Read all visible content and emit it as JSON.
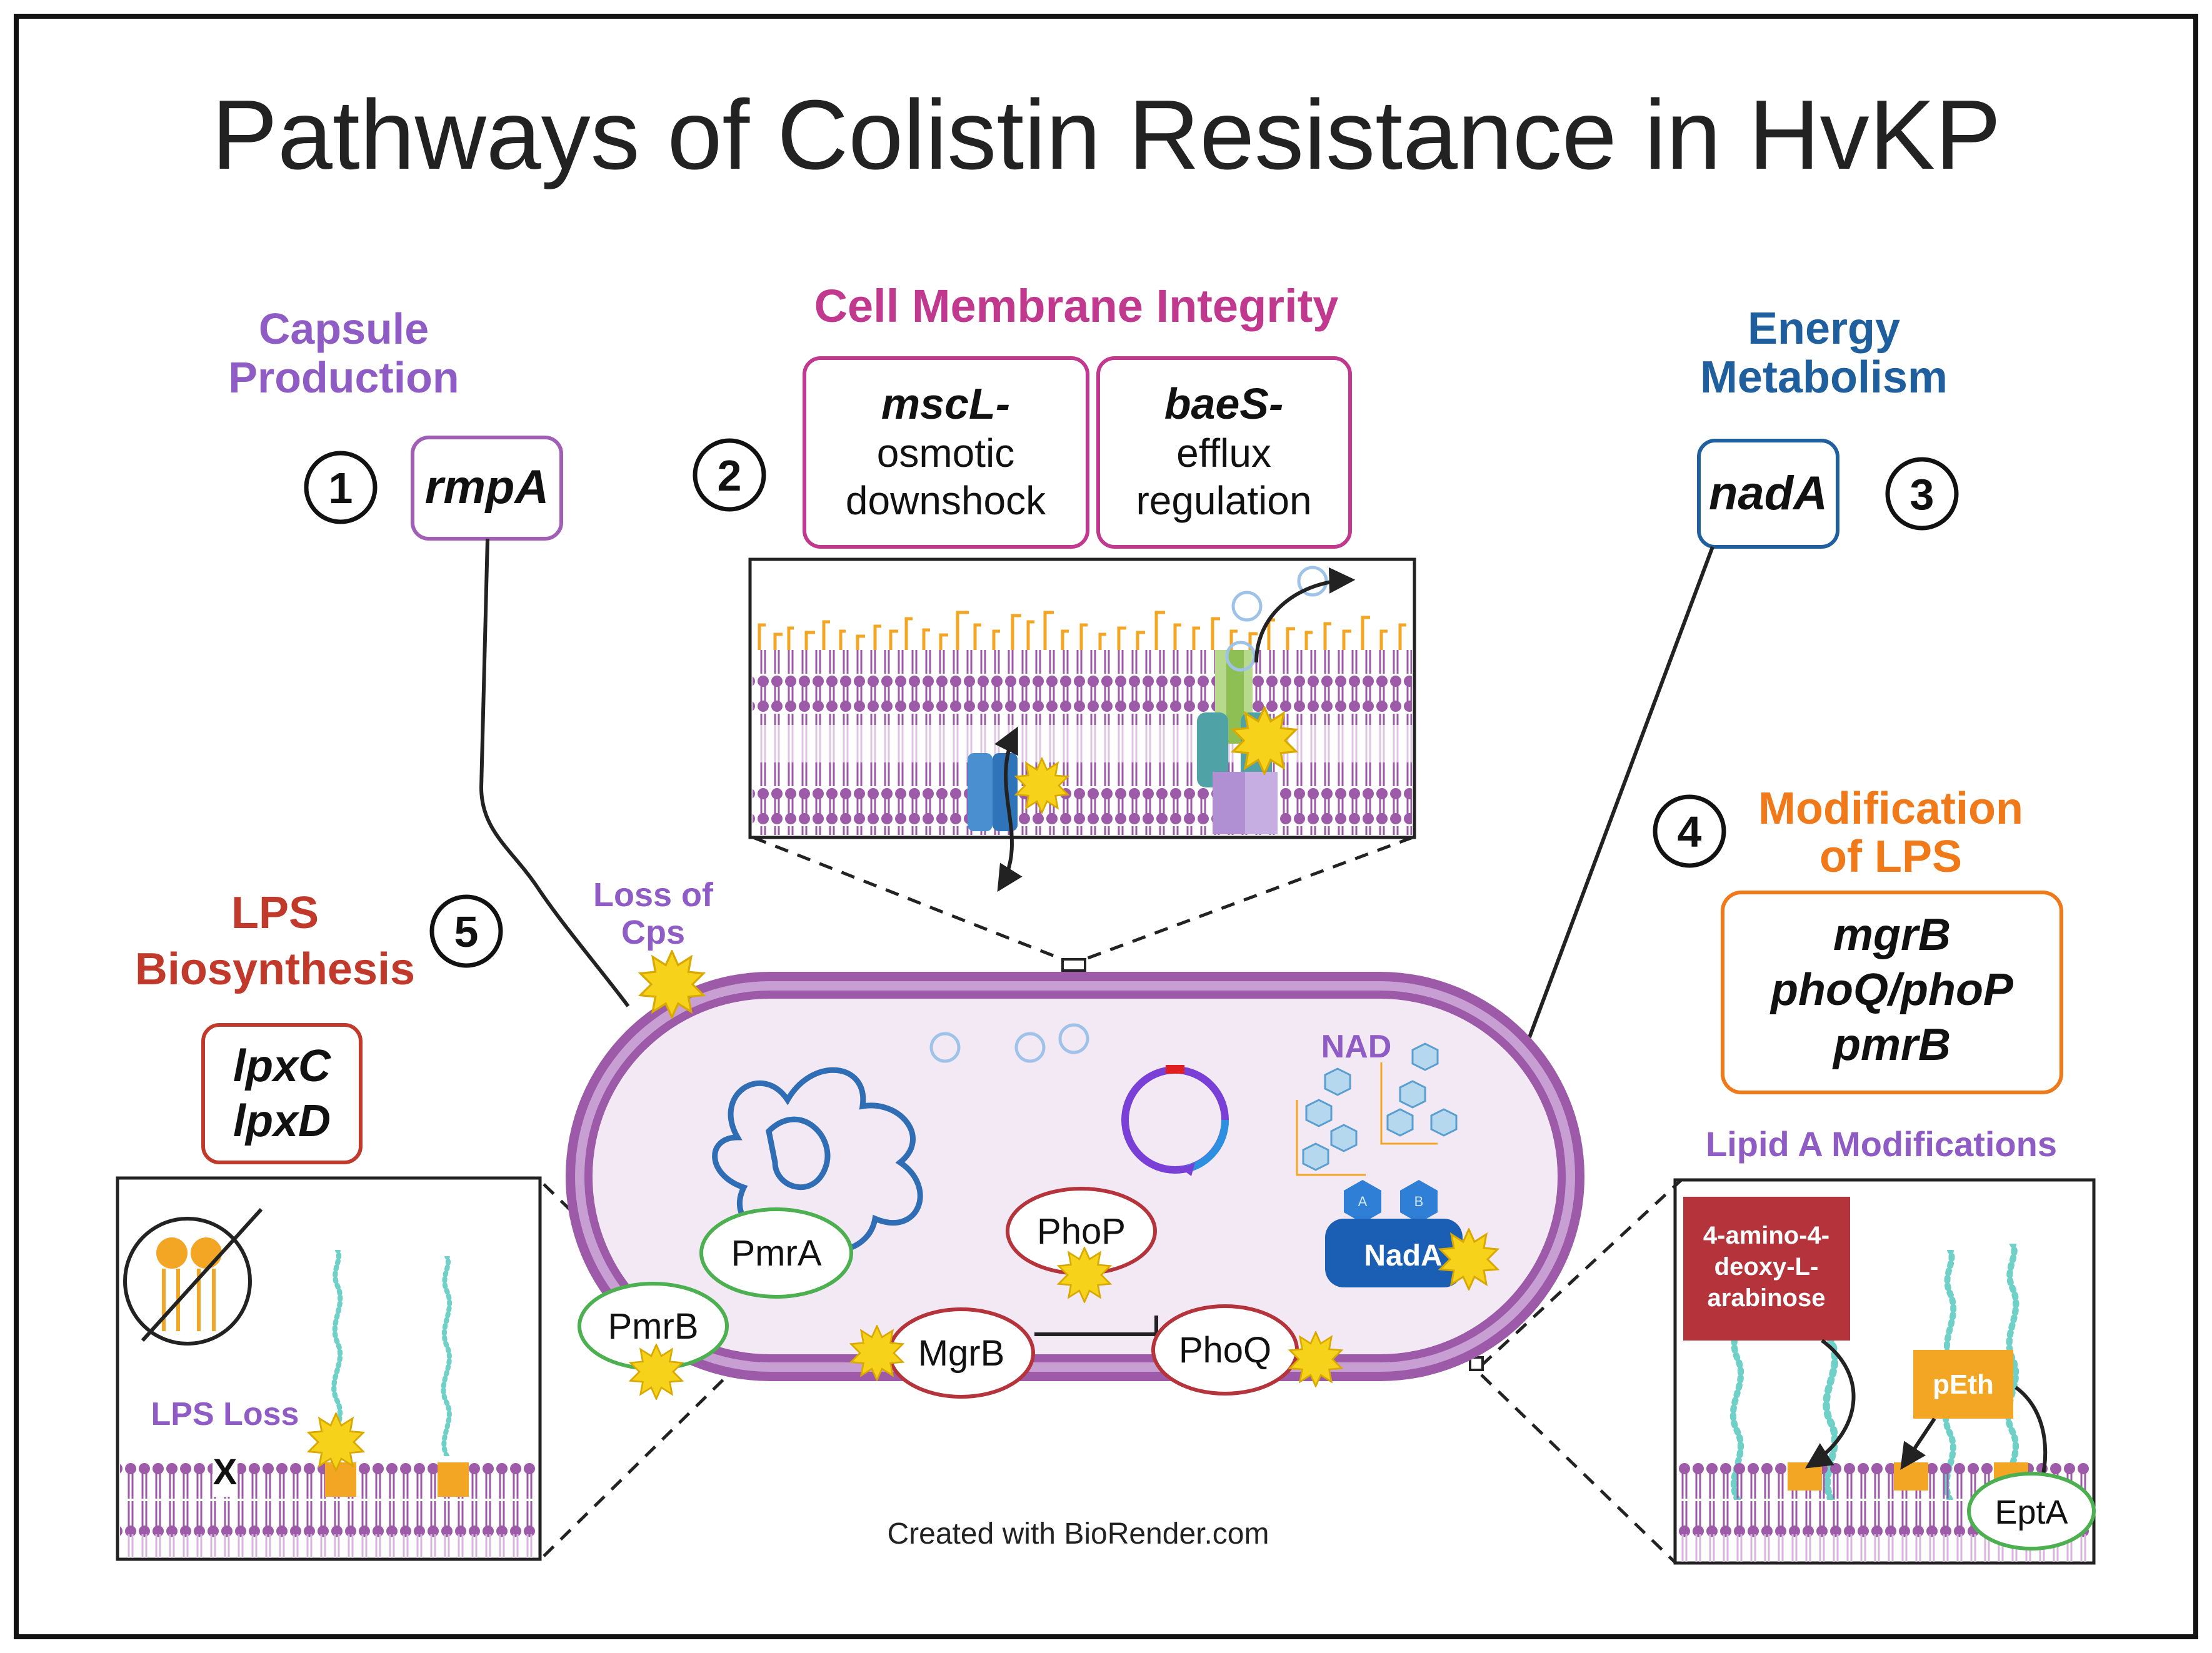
{
  "title": "Pathways of Colistin Resistance in HvKP",
  "colors": {
    "purple": "#8e5cc4",
    "pink": "#c0398e",
    "blue": "#1f5f9e",
    "orange": "#f07a1a",
    "red": "#c0392b",
    "membrane": "#9c5aa8",
    "cellFill": "#f3e9f5",
    "star": "#f7d21a",
    "green": "#4caf50",
    "lipid": "#f3a623",
    "teal": "#6fd0c8"
  },
  "sections": {
    "capsule": {
      "number": "1",
      "title_line1": "Capsule",
      "title_line2": "Production",
      "gene": "rmpA"
    },
    "membrane": {
      "number": "2",
      "title": "Cell Membrane Integrity",
      "mscL": {
        "gene": "mscL-",
        "line1": "osmotic",
        "line2": "downshock"
      },
      "baeS": {
        "gene": "baeS-",
        "line1": "efflux",
        "line2": "regulation"
      }
    },
    "energy": {
      "number": "3",
      "title_line1": "Energy",
      "title_line2": "Metabolism",
      "gene": "nadA"
    },
    "lps_mod": {
      "number": "4",
      "title_line1": "Modification",
      "title_line2": "of LPS",
      "genes": [
        "mgrB",
        "phoQ/phoP",
        "pmrB"
      ],
      "lipidA_label": "Lipid A Modifications",
      "arabinose_lines": [
        "4-amino-4-",
        "deoxy-L-",
        "arabinose"
      ],
      "peth": "pEth",
      "epta": "EptA"
    },
    "lps_bio": {
      "number": "5",
      "title_line1": "LPS",
      "title_line2": "Biosynthesis",
      "genes": [
        "lpxC",
        "lpxD"
      ],
      "loss_label": "LPS Loss",
      "x_mark": "X"
    }
  },
  "cell": {
    "loss_cps_line1": "Loss of",
    "loss_cps_line2": "Cps",
    "nad": "NAD",
    "proteins": [
      "PmrA",
      "PhoP",
      "PmrB",
      "MgrB",
      "PhoQ",
      "NadA"
    ],
    "nad_hex_labels": [
      "A",
      "B"
    ]
  },
  "credit": "Created with BioRender.com"
}
